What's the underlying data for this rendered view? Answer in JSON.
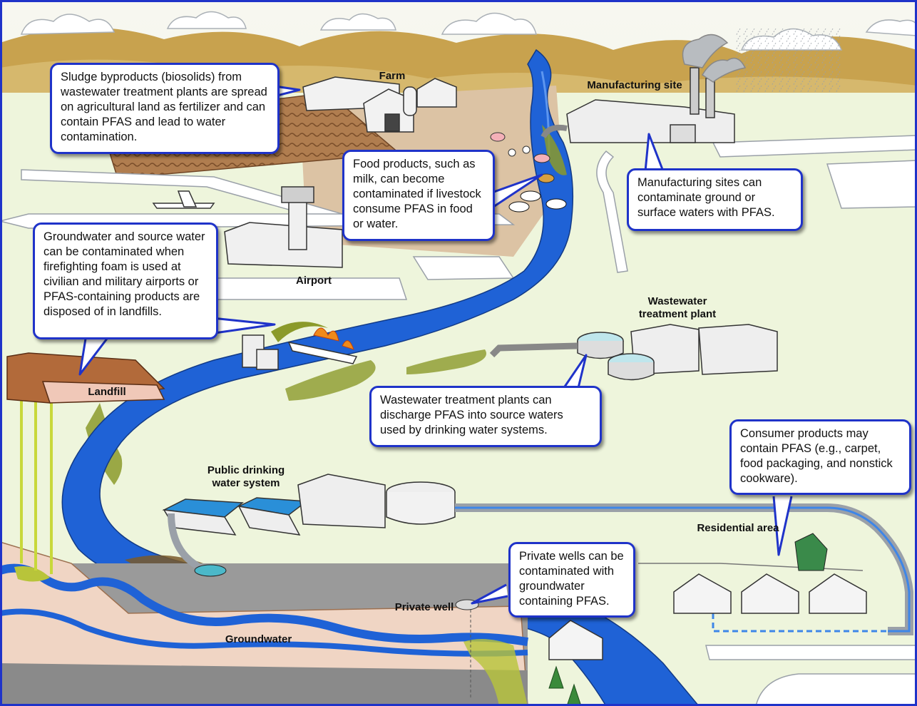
{
  "labels": {
    "farm": "Farm",
    "manufacturing": "Manufacturing site",
    "airport": "Airport",
    "wastewater": "Wastewater treatment plant",
    "landfill": "Landfill",
    "public_water": "Public drinking water system",
    "residential": "Residential area",
    "private_well": "Private well",
    "groundwater": "Groundwater"
  },
  "callouts": {
    "sludge": "Sludge byproducts (biosolids) from wastewater treatment plants are spread on agricultural land as fertilizer and can contain PFAS and lead to water contamination.",
    "food": "Food products, such as milk, can become contaminated if livestock consume PFAS in food or water.",
    "manufacturing": "Manufacturing sites can contaminate ground or surface waters with PFAS.",
    "groundwater": "Groundwater and source water can be contaminated when firefighting foam is used at civilian and military airports or PFAS-containing products are disposed of in landfills.",
    "wastewater": "Wastewater treatment plants can discharge PFAS into source waters used by drinking water systems.",
    "consumer": "Consumer products may contain PFAS (e.g., carpet, food packaging, and nonstick cookware).",
    "wells": "Private wells can be contaminated with groundwater containing PFAS."
  },
  "colors": {
    "frame": "#1f33c9",
    "river": "#1f62d6",
    "land": "#eef5dc",
    "hills": "#c8a24e",
    "contamination": "#8b9a2a",
    "fields": "#a9774a",
    "dirt": "#dcc3a4"
  }
}
